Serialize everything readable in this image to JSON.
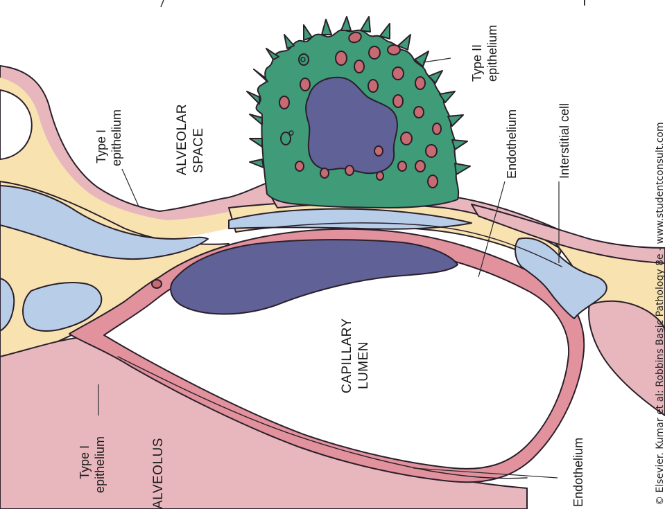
{
  "labels": {
    "alveolar_space": [
      "ALVEOLAR",
      "SPACE"
    ],
    "capillary_lumen": [
      "CAPILLARY",
      "LUMEN"
    ],
    "alveolus": "ALVEOLUS",
    "type1_upper": [
      "Type I",
      "epithelium"
    ],
    "type1_lower": [
      "Type I",
      "epithelium"
    ],
    "type2": [
      "Type II",
      "epithelium"
    ],
    "endothelium_upper": "Endothelium",
    "endothelium_lower": "Endothelium",
    "interstitial_cell": "Interstitial cell"
  },
  "credit": "© Elsevier. Kumar et al: Robbins Basic Pathology 8e - www.studentconsult.com",
  "colors": {
    "epithelium_pink": "#e8b7bd",
    "interstitium_cream": "#f7e2b0",
    "endothelium_rose": "#e1929d",
    "interstitial_blue": "#b7cde8",
    "nucleus_violet": "#5f6197",
    "type2_green": "#3f9b78",
    "granule_red": "#c86a72"
  }
}
